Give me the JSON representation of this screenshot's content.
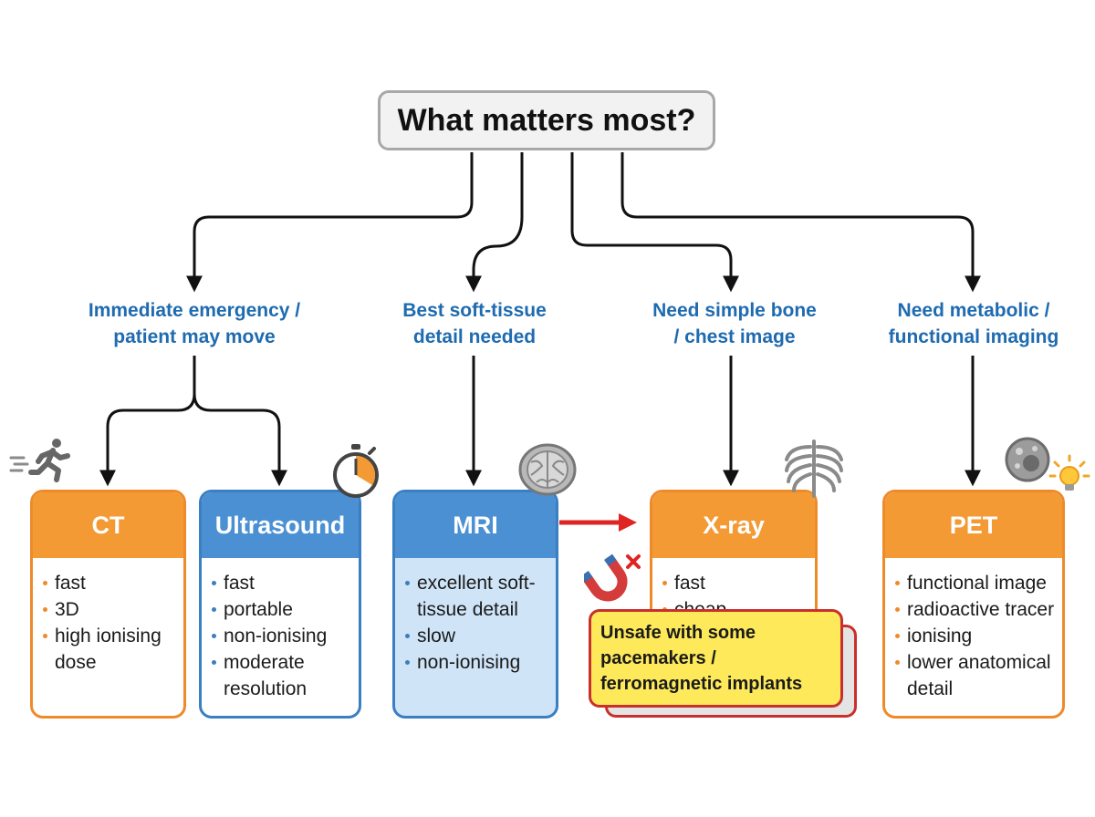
{
  "title": "What matters most?",
  "criteria": {
    "emergency": [
      "Immediate emergency /",
      "patient may move"
    ],
    "soft_tissue": [
      "Best soft-tissue",
      "detail needed"
    ],
    "bone": [
      "Need simple bone",
      "/ chest image"
    ],
    "metabolic": [
      "Need metabolic /",
      "functional imaging"
    ]
  },
  "cards": {
    "ct": {
      "title": "CT",
      "items": [
        "fast",
        "3D",
        "high ionising",
        "dose"
      ]
    },
    "ultrasound": {
      "title": "Ultrasound",
      "items": [
        "fast",
        "portable",
        "non-ionising",
        "moderate",
        "resolution"
      ]
    },
    "mri": {
      "title": "MRI",
      "items": [
        "excellent soft-",
        "tissue detail",
        "slow",
        "non-ionising"
      ]
    },
    "xray": {
      "title": "X-ray",
      "items": [
        "fast",
        "cheap"
      ]
    },
    "pet": {
      "title": "PET",
      "items": [
        "functional image",
        "radioactive tracer",
        "ionising",
        "lower anatomical",
        "detail"
      ]
    }
  },
  "warning": [
    "Unsafe with some",
    "pacemakers /",
    "ferromagnetic implants"
  ],
  "icons": [
    "running-person-icon",
    "stopwatch-icon",
    "brain-scan-icon",
    "ribcage-icon",
    "cell-icon",
    "lightbulb-icon",
    "magnet-icon"
  ],
  "colors": {
    "ct_pet_xray_orange": "#f39a35",
    "ultrasound_mri_blue": "#4a90d3",
    "mri_body": "#cfe4f7",
    "criteria_text": "#1e6bb0",
    "warning_fill": "#fde95a",
    "warning_border": "#c9302c",
    "red_arrow": "#e02424"
  }
}
